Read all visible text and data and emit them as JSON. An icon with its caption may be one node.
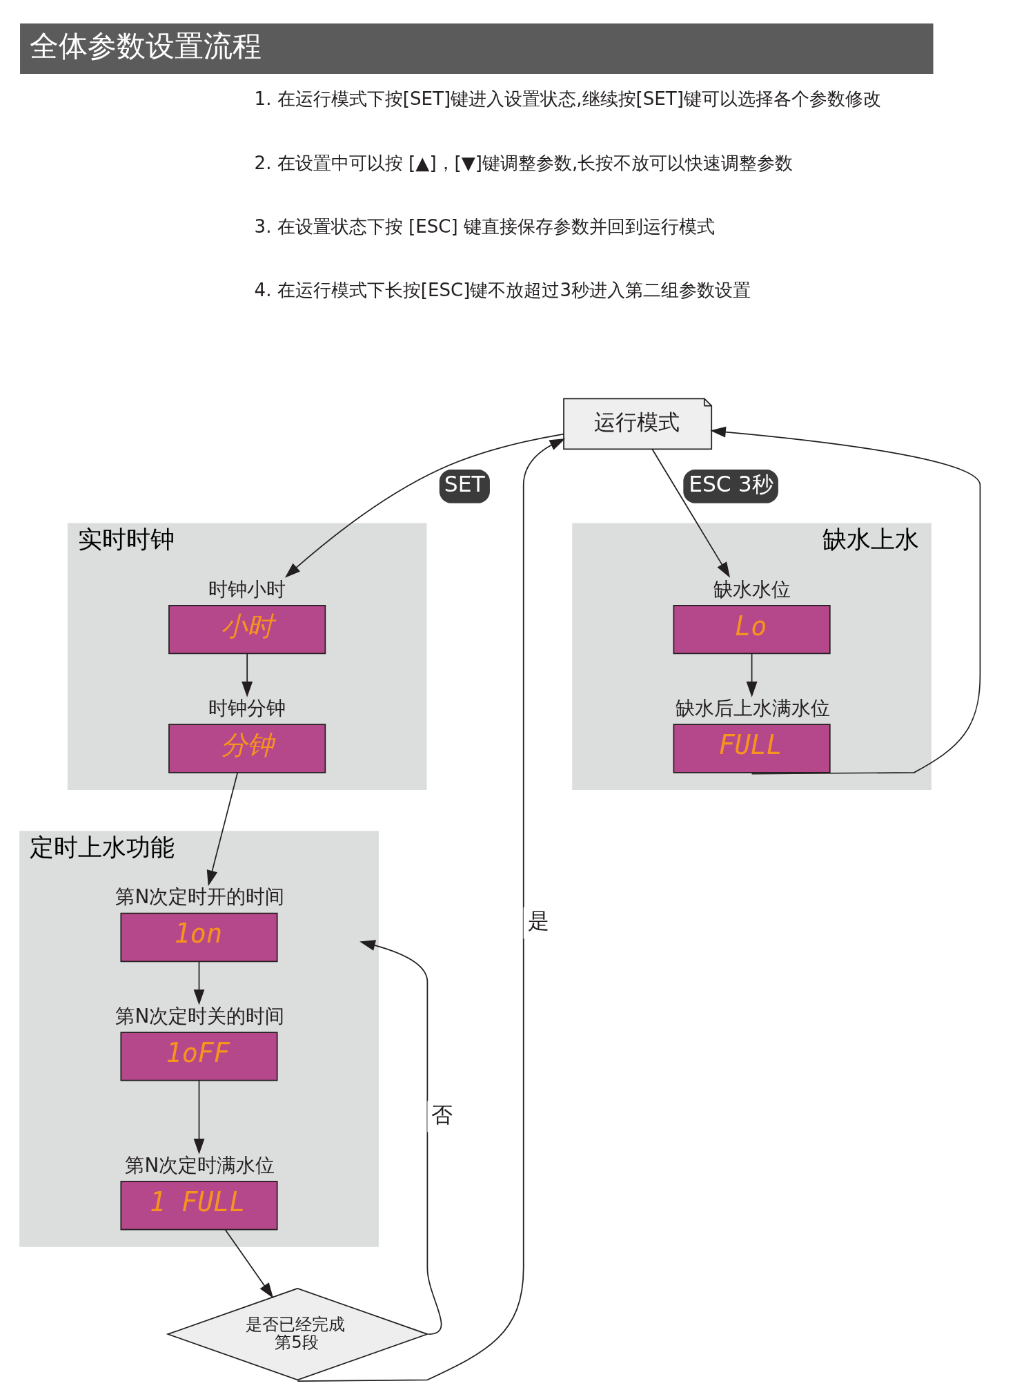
{
  "diagram": {
    "title": "全体参数设置流程",
    "nodes": [
      {
        "text": [
          "运行模式"
        ]
      },
      {
        "text": [
          "实时时钟"
        ]
      },
      {
        "text": [
          "时钟小时",
          "小时"
        ],
        "in": 1
      },
      {
        "text": [
          "时钟分钟",
          "分钟"
        ],
        "in": 1
      },
      {
        "text": [
          "缺水上水"
        ]
      },
      {
        "text": [
          "缺水水位",
          "Lo"
        ],
        "in": 4
      },
      {
        "text": [
          "缺水后上水满水位",
          "FULL"
        ],
        "in": 4
      },
      {
        "text": [
          "定时上水功能"
        ]
      },
      {
        "text": [
          "第N次定时开的时间",
          "1on"
        ],
        "in": 7
      },
      {
        "text": [
          "第N次定时关的时间",
          "1oFF"
        ],
        "in": 7
      },
      {
        "text": [
          "第N次定时满水位",
          "1 FULL"
        ],
        "in": 7
      },
      {
        "text": [
          "是否已经完成第5段"
        ]
      }
    ],
    "edges": [
      {
        "from": 0,
        "to": 2,
        "arrow": "to",
        "label": "SET"
      },
      {
        "from": 0,
        "to": 5,
        "arrow": "to",
        "label": "ESC 3秒"
      },
      {
        "from": 2,
        "to": 3,
        "arrow": "to"
      },
      {
        "from": 3,
        "to": 8,
        "arrow": "to"
      },
      {
        "from": 8,
        "to": 9,
        "arrow": "to"
      },
      {
        "from": 9,
        "to": 10,
        "arrow": "to"
      },
      {
        "from": 10,
        "to": 11,
        "arrow": "to"
      },
      {
        "from": 11,
        "to": 8,
        "arrow": "to",
        "label": "否"
      },
      {
        "from": 11,
        "to": 0,
        "arrow": "to",
        "label": "是"
      },
      {
        "from": 5,
        "to": 6,
        "arrow": "to"
      },
      {
        "from": 6,
        "to": 0,
        "arrow": "to"
      }
    ],
    "labels": [
      "1. 在运行模式下按[SET]键进入设置状态,继续按[SET]键可以选择各个参数修改",
      "2. 在设置中可以按 [▲]，[▼]键调整参数,长按不放可以快速调整参数",
      "3. 在设置状态下按 [ESC] 键直接保存参数并回到运行模式",
      "4. 在运行模式下长按[ESC]键不放超过3秒进入第二组参数设置"
    ]
  }
}
